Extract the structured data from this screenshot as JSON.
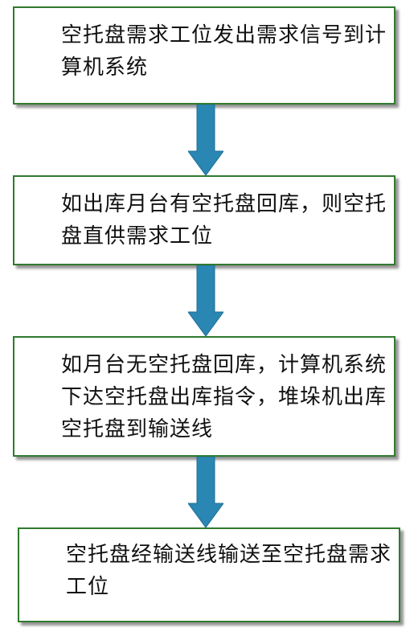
{
  "flow": {
    "steps": [
      {
        "text": "空托盘需求工位发出需求信号到计算机系统"
      },
      {
        "text": "如出库月台有空托盘回库，则空托盘直供需求工位"
      },
      {
        "text": "如月台无空托盘回库，计算机系统下达空托盘出库指令，堆垛机出库空托盘到输送线"
      },
      {
        "text": "空托盘经输送线输送至空托盘需求工位"
      }
    ]
  },
  "colors": {
    "box_border": "#2f7a2f",
    "arrow_fill": "#2a86b3",
    "arrow_stroke": "#1f6f96"
  },
  "icons": {
    "connector": "down-arrow-icon"
  }
}
